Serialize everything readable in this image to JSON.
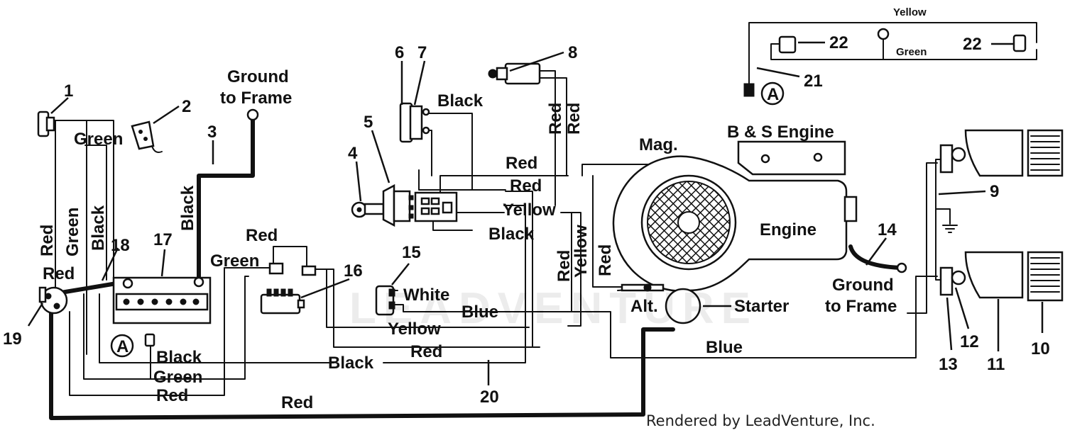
{
  "watermark": "LEADVENTURE",
  "credit": "Rendered by LeadVenture, Inc.",
  "callouts": [
    "1",
    "2",
    "3",
    "4",
    "5",
    "6",
    "7",
    "8",
    "9",
    "10",
    "11",
    "12",
    "13",
    "14",
    "15",
    "16",
    "17",
    "18",
    "19",
    "20",
    "21",
    "22",
    "22"
  ],
  "connector_marker": "A",
  "component_labels": {
    "ground_frame_top_1": "Ground",
    "ground_frame_top_2": "to Frame",
    "engine_name": "B & S Engine",
    "engine": "Engine",
    "mag": "Mag.",
    "alt": "Alt.",
    "starter": "Starter",
    "ground_frame_right_1": "Ground",
    "ground_frame_right_2": "to Frame"
  },
  "wire_labels": {
    "green_1": "Green",
    "black_3": "Black",
    "black_7": "Black",
    "red_vert_8a": "Red",
    "red_vert_8b": "Red",
    "red_sw_1": "Red",
    "red_sw_2": "Red",
    "yellow_sw": "Yellow",
    "black_sw": "Black",
    "red_left": "Red",
    "green_left": "Green",
    "black_left": "Black",
    "red_18": "Red",
    "red_16": "Red",
    "green_16": "Green",
    "white_15": "White",
    "blue_15": "Blue",
    "yellow_main": "Yellow",
    "red_main": "Red",
    "black_main": "Black",
    "black_a": "Black",
    "green_a": "Green",
    "red_a": "Red",
    "red_bottom": "Red",
    "red_mid_1": "Red",
    "yellow_mid": "Yellow",
    "red_mid_2": "Red",
    "blue_right": "Blue",
    "yellow_top": "Yellow",
    "green_top": "Green"
  }
}
